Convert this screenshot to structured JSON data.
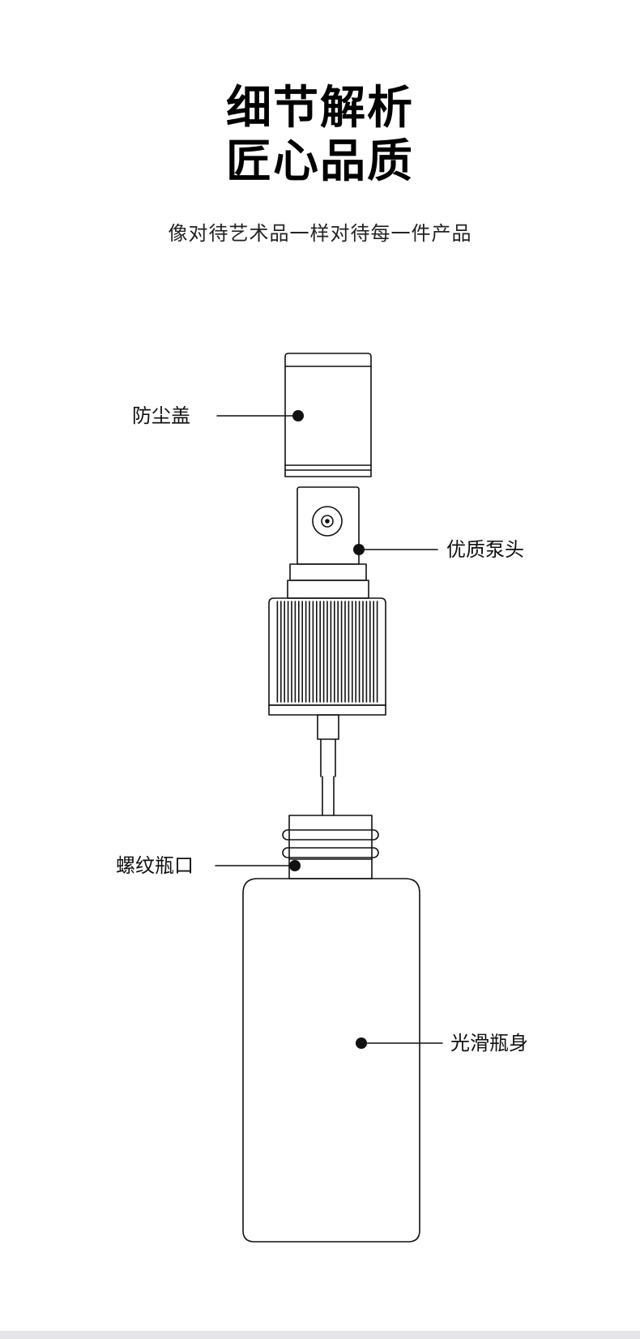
{
  "heading": {
    "line1": "细节解析",
    "line2": "匠心品质"
  },
  "subtitle": "像对待艺术品一样对待每一件产品",
  "callouts": {
    "dust_cap": "防尘盖",
    "pump_head": "优质泵头",
    "threaded_neck": "螺纹瓶口",
    "smooth_body": "光滑瓶身"
  },
  "colors": {
    "line": "#111111",
    "background": "#ffffff",
    "footer": "#e5e5e9"
  }
}
